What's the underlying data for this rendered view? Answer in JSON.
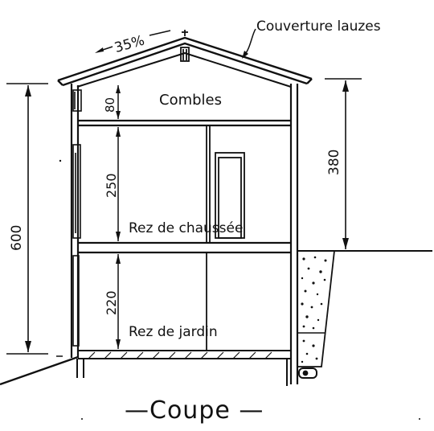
{
  "drawing": {
    "roof_label": "Couverture lauzes",
    "slope_label": "35%",
    "floors": {
      "attic": "Combles",
      "ground": "Rez de chaussée",
      "garden": "Rez de jardin"
    },
    "dims": {
      "attic_height": "80",
      "ground_height": "250",
      "garden_height": "220",
      "total_height": "600",
      "right_height": "380"
    },
    "caption": "—Coupe —"
  }
}
